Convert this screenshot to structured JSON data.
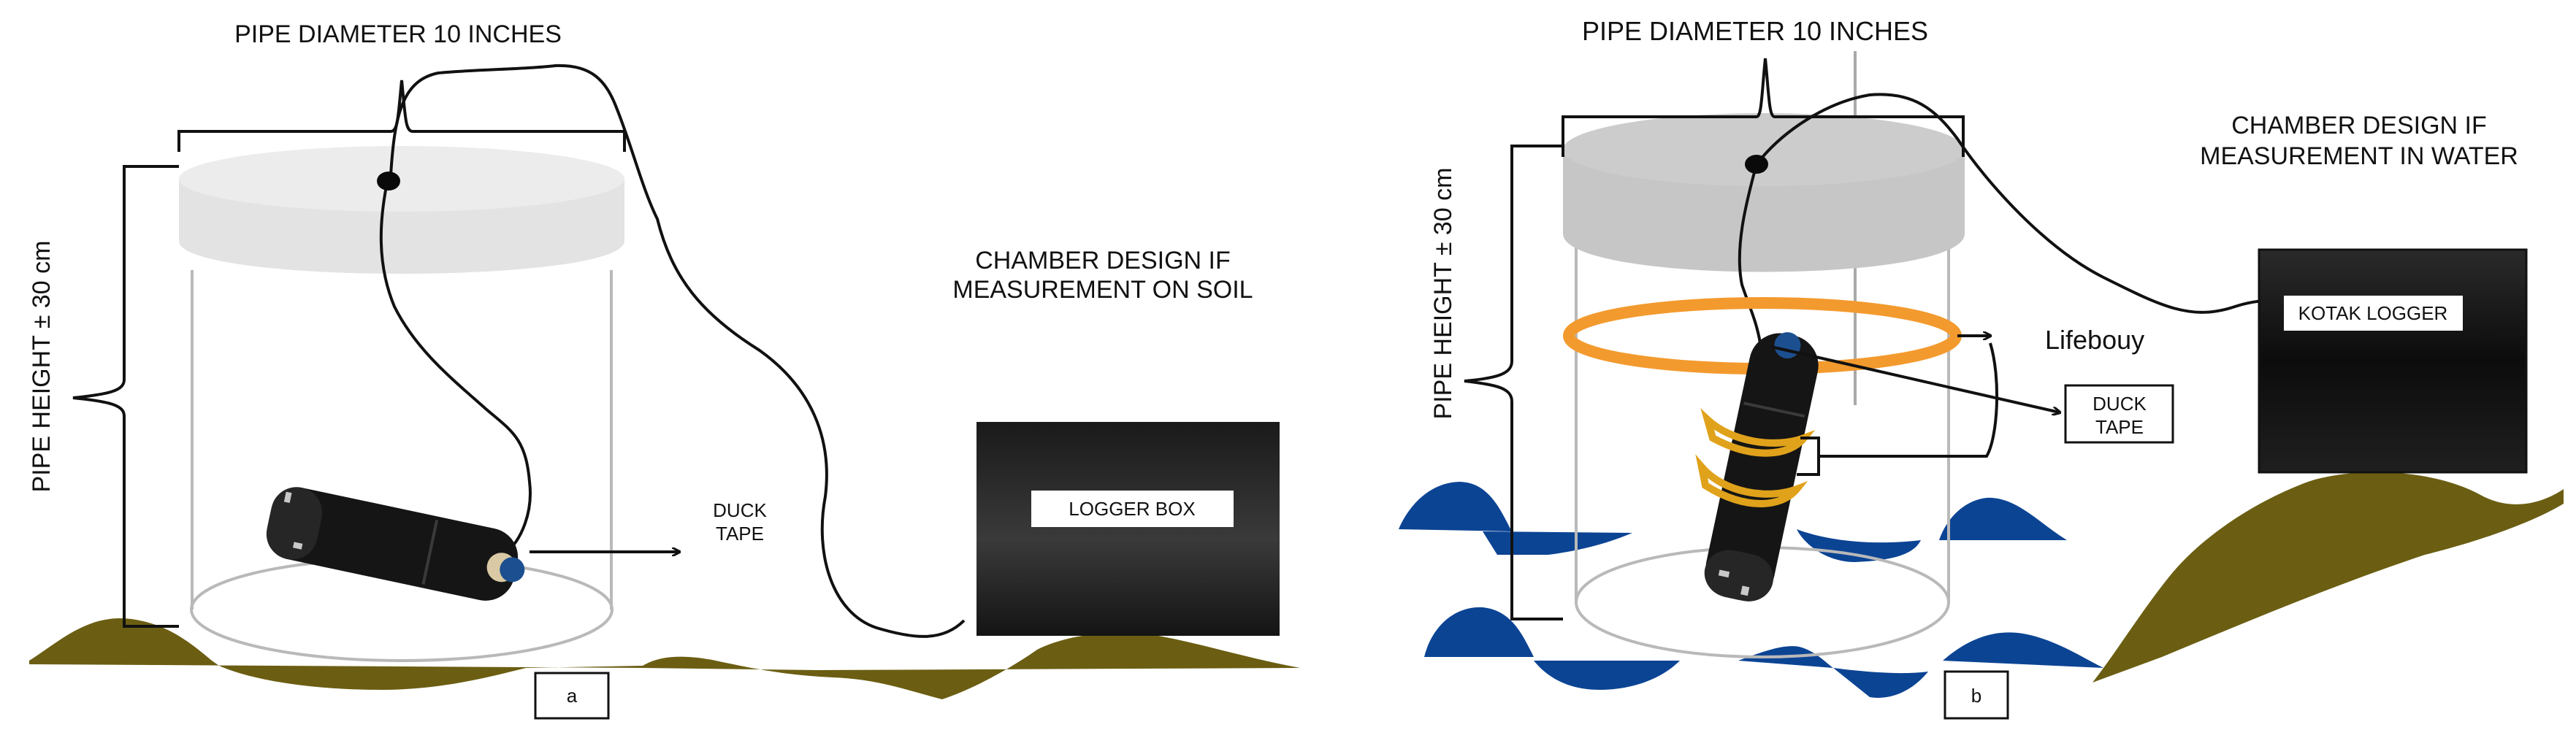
{
  "panel_a": {
    "title": "PIPE DIAMETER 10 INCHES",
    "height_label": "PIPE HEIGHT ± 30 cm",
    "chamber_design": [
      "CHAMBER DESIGN IF",
      "MEASUREMENT ON SOIL"
    ],
    "duck_tape": [
      "DUCK",
      "TAPE"
    ],
    "logger_label": "LOGGER BOX",
    "panel_label": "a"
  },
  "panel_b": {
    "title": "PIPE DIAMETER 10 INCHES",
    "height_label": "PIPE HEIGHT ± 30 cm",
    "chamber_design": [
      "CHAMBER DESIGN IF",
      "MEASUREMENT IN WATER"
    ],
    "lifebouy_label": "Lifebouy",
    "duck_tape": [
      "DUCK",
      "TAPE"
    ],
    "logger_label": "KOTAK LOGGER",
    "panel_label": "b"
  },
  "colors": {
    "soil": "#6b5e12",
    "water": "#0c4494",
    "lifebouy": "#f39a2e",
    "tape": "#e0a21b",
    "lid": "#cfcfcf",
    "logger_box": "#1e1e1e"
  }
}
